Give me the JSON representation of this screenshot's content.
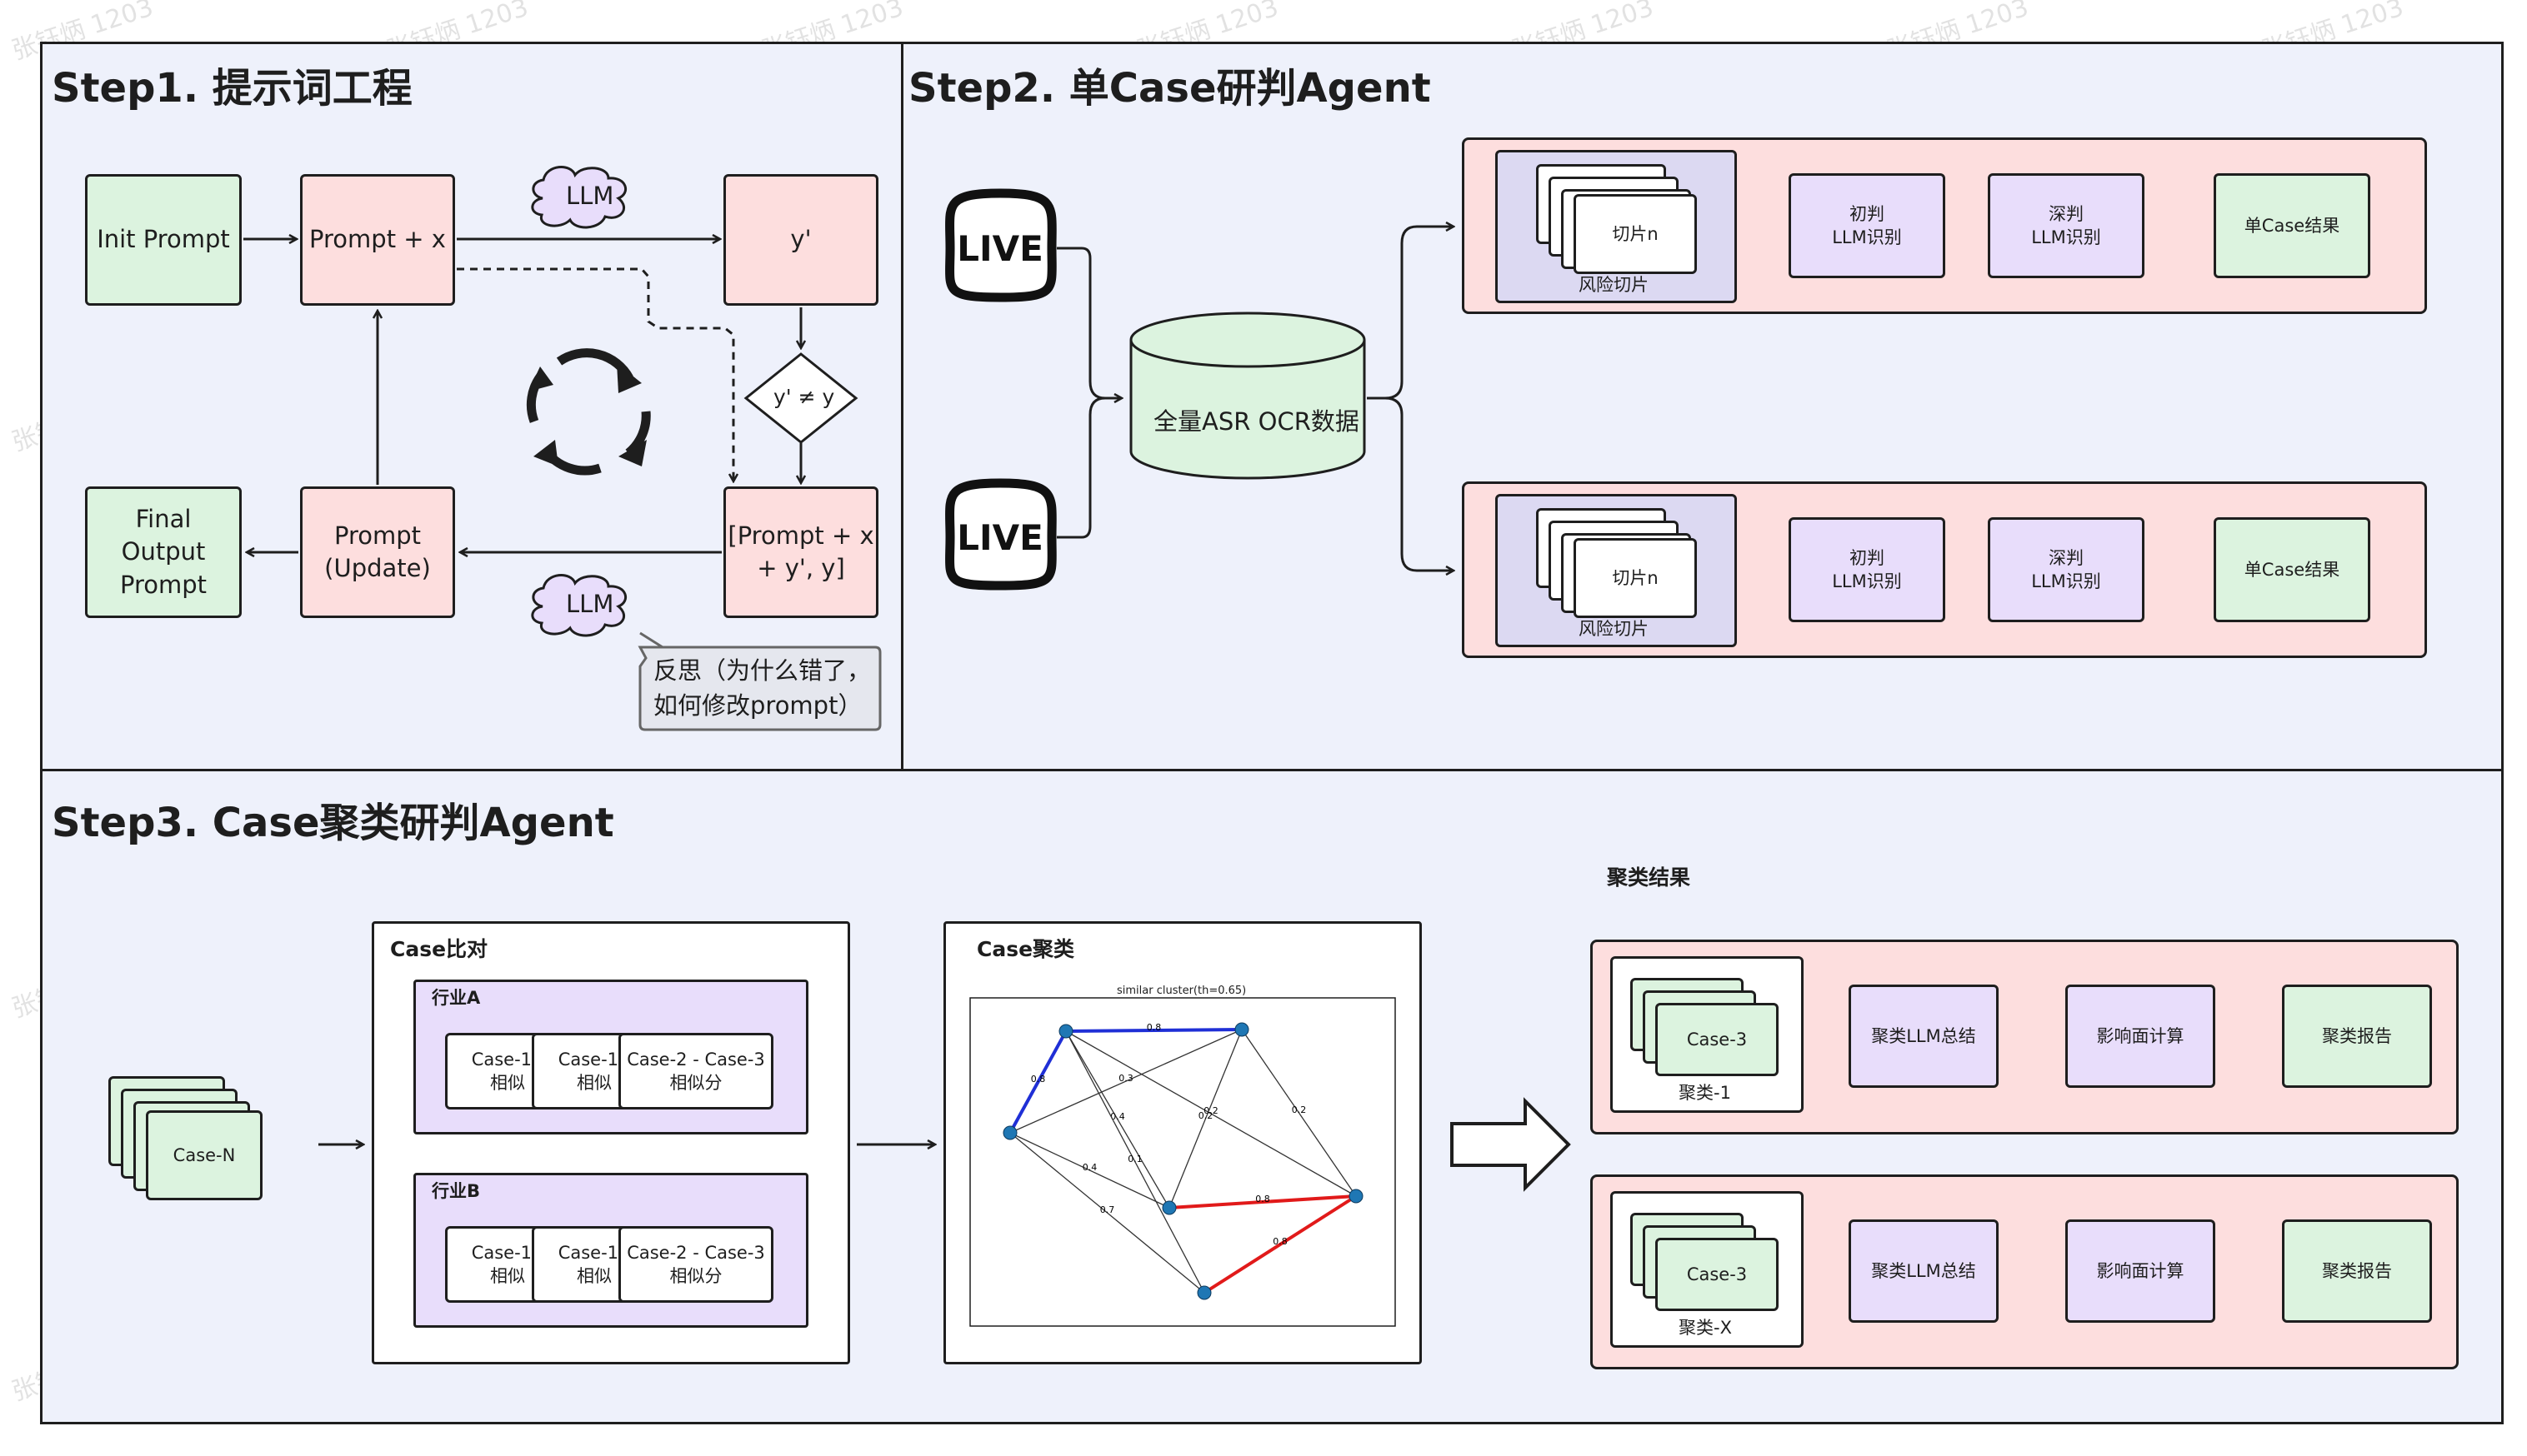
{
  "step1": {
    "title": "Step1. 提示词工程",
    "init_prompt": "Init Prompt",
    "prompt_x": "Prompt + x",
    "llm_top": "LLM",
    "y_prime": "y'",
    "decision": "y' ≠ y",
    "prompt_xyy": [
      "[Prompt + x",
      "+ y', y]"
    ],
    "prompt_update": [
      "Prompt",
      "(Update)"
    ],
    "llm_bottom": "LLM",
    "final_output": [
      "Final",
      "Output",
      "Prompt"
    ],
    "reflection": [
      "反思（为什么错了，",
      "如何修改prompt）"
    ]
  },
  "step2": {
    "title": "Step2. 单Case研判Agent",
    "live_label": "LIVE",
    "database": "全量ASR OCR数据",
    "slice_label": "切片n",
    "risk_slice": "风险切片",
    "initial": [
      "初判",
      "LLM识别"
    ],
    "deep": [
      "深判",
      "LLM识别"
    ],
    "result": "单Case结果"
  },
  "step3": {
    "title": "Step3. Case聚类研判Agent",
    "case_n": "Case-N",
    "compare_title": "Case比对",
    "industry_a": "行业A",
    "industry_b": "行业B",
    "pair1": [
      "Case-1 -",
      "相似"
    ],
    "pair2": [
      "Case-1 -",
      "相似"
    ],
    "pair3": [
      "Case-2 - Case-3",
      "相似分"
    ],
    "cluster_title": "Case聚类",
    "graph_title": "similar cluster(th=0.65)",
    "cluster_result_title": "聚类结果",
    "card_case": "Case-3",
    "cluster_1": "聚类-1",
    "cluster_x": "聚类-X",
    "summary": "聚类LLM总结",
    "impact": "影响面计算",
    "report": "聚类报告"
  },
  "watermark": "张钰炳 1203",
  "colors": {
    "panel_bg": "#eef1fb",
    "green": "#dcf3df",
    "pink": "#fddede",
    "purple": "#e8ddfb",
    "edge_blue": "#1f2fd6",
    "edge_red": "#e11a1a",
    "node": "#1f77b4"
  },
  "graph": {
    "nodes": [
      "A",
      "B",
      "C",
      "D",
      "E",
      "F"
    ],
    "edge_labels": [
      "0.8",
      "0.8",
      "0.4",
      "0.1",
      "0.2",
      "0.2",
      "0.2",
      "0.3",
      "0.4",
      "0.7",
      "0.8",
      "0.8"
    ]
  }
}
